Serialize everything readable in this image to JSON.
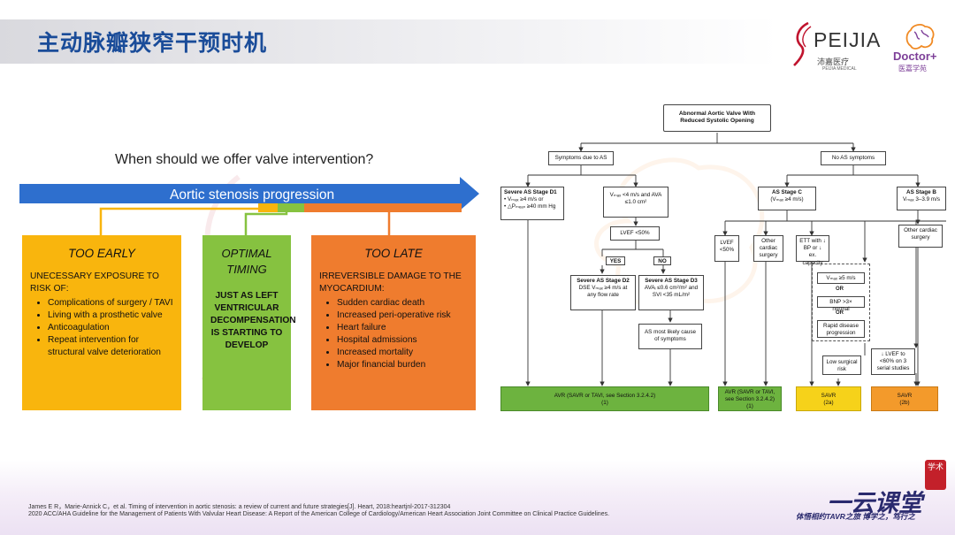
{
  "header": {
    "title": "主动脉瓣狭窄干预时机",
    "logo_text": "PEIJIA",
    "logo_cn": "沛嘉医疗",
    "logo_en": "PEIJIA MEDICAL",
    "doctor_logo_text": "Doctor+",
    "doctor_logo_cn": "医嘉学苑"
  },
  "timeline": {
    "question": "When should we offer valve intervention?",
    "arrow_label": "Aortic stenosis progression",
    "colors": {
      "arrow": "#2e6fce",
      "too_early": "#f9b50d",
      "optimal": "#86c240",
      "too_late": "#ef7c2e"
    },
    "too_early": {
      "heading": "TOO EARLY",
      "intro": "UNECESSARY EXPOSURE TO RISK OF:",
      "items": [
        "Complications of surgery / TAVI",
        "Living with a prosthetic valve",
        "Anticoagulation",
        "Repeat intervention for structural valve deterioration"
      ]
    },
    "optimal": {
      "heading": "OPTIMAL TIMING",
      "body": "JUST AS LEFT VENTRICULAR DECOMPENSATION IS STARTING TO DEVELOP"
    },
    "too_late": {
      "heading": "TOO LATE",
      "intro": "IRREVERSIBLE DAMAGE TO THE MYOCARDIUM:",
      "items": [
        "Sudden cardiac death",
        "Increased peri-operative risk",
        "Heart failure",
        "Hospital admissions",
        "Increased mortality",
        "Major financial burden"
      ]
    }
  },
  "flowchart": {
    "root": "Abnormal Aortic Valve With Reduced Systolic Opening",
    "symptoms": "Symptoms due to AS",
    "no_symptoms": "No AS symptoms",
    "d1_title": "Severe AS Stage D1",
    "d1_line1": "• Vₘₐₓ ≥4 m/s or",
    "d1_line2": "• △Pₘₑₐₙ ≥40 mm Hg",
    "vmax_ava": "Vₘₐₓ <4 m/s and AVA ≤1.0 cm²",
    "lvef_lt50": "LVEF <50%",
    "yes": "YES",
    "no": "NO",
    "d2_title": "Severe AS Stage D2",
    "d2_body": "DSE Vₘₐₓ ≥4 m/s at any flow rate",
    "d3_title": "Severe AS Stage D3",
    "d3_body": "AVAᵢ ≤0.6 cm²/m² and SVI <35 mL/m²",
    "as_likely": "AS most likely cause of symptoms",
    "stage_c_title": "AS Stage C",
    "stage_c_body": "(Vₘₐₓ ≥4 m/s)",
    "stage_b_title": "AS Stage B",
    "stage_b_body": "Vₘₐₓ 3–3.9 m/s",
    "c_lvef": "LVEF <50%",
    "c_other": "Other cardiac surgery",
    "ett": "ETT with ↓ BP or ↓ ex. capacity",
    "vmax5": "Vₘₐₓ ≥5 m/s",
    "or1": "OR",
    "bnp": "BNP >3× normal",
    "or2": "OR",
    "rapid": "Rapid disease progression",
    "low_risk": "Low surgical risk",
    "b_other": "Other cardiac surgery",
    "lvef_decline": "↓ LVEF to <60% on 3 serial studies",
    "avr1": "AVR (SAVR or TAVI, see Section 3.2.4.2)",
    "avr1_cls": "(1)",
    "avr2": "AVR (SAVR or TAVI, see Section 3.2.4.2)",
    "avr2_cls": "(1)",
    "savr_2a": "SAVR",
    "savr_2a_cls": "(2a)",
    "savr_2b": "SAVR",
    "savr_2b_cls": "(2b)",
    "colors": {
      "green": "#6db33f",
      "yellow": "#f6d21a",
      "orange": "#f39a2b"
    }
  },
  "footer": {
    "ref1": "James E R，Marie-Annick C，et al. Timing of intervention in aortic stenosis: a review of current and future strategies[J]. Heart, 2018:heartjnl-2017-312304",
    "ref2": "2020 ACC/AHA Guideline  for the Management of Patients With Valvular Heart Disease: A Report of the American College of Cardiology/American Heart Association Joint Committee on Clinical Practice Guidelines.",
    "brand": "一云课堂",
    "brand_seal": "学术",
    "slogan": "体悟相约TAVR之旅 博学之，笃行之"
  }
}
